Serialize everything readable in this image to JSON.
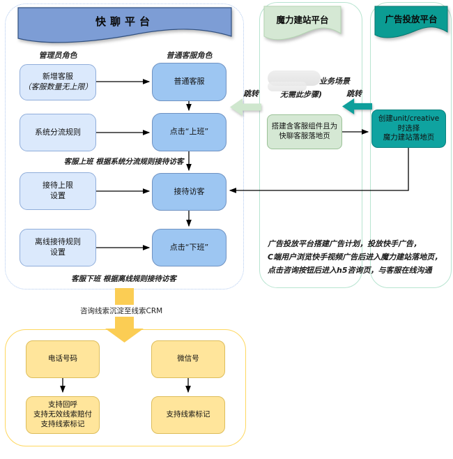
{
  "kuailiao": {
    "title": "快聊平台",
    "admin_label": "管理员角色",
    "agent_label": "普通客服角色",
    "admin_boxes": [
      {
        "line1": "新增客服",
        "line2": "（客服数量无上限）"
      },
      {
        "line1": "系统分流规则"
      },
      {
        "line1": "接待上限",
        "line2": "设置"
      },
      {
        "line1": "离线接待规则",
        "line2": "设置"
      }
    ],
    "agent_boxes": [
      {
        "label": "普通客服"
      },
      {
        "label": "点击“上班”"
      },
      {
        "label": "接待访客"
      },
      {
        "label": "点击“下班”"
      }
    ],
    "note_online": "客服上班 根据系统分流规则接待访客",
    "note_offline": "客服下班 根据离线规则接待访客"
  },
  "moli": {
    "title": "魔力建站平台",
    "redacted_visible_line1": "业务场景",
    "redacted_visible_line2": "无需此步骤)",
    "box": {
      "line1": "搭建含客服组件且为",
      "line2": "快聊客服落地页"
    }
  },
  "ad": {
    "title": "广告投放平台",
    "box": {
      "line1": "创建unit/creative",
      "line2": "时选择",
      "line3": "魔力建站落地页"
    }
  },
  "jumps": {
    "left_label": "跳转",
    "right_label": "跳转"
  },
  "flow_note": {
    "line1": "广告投放平台搭建广告计划，投放快手广告，",
    "line2": "C端用户浏览快手视频广告后进入魔力建站落地页，",
    "line3": "点击咨询按钮后进入h5咨询页，与客服在线沟通"
  },
  "crm": {
    "label": "咨询线索沉淀至线索CRM",
    "phone_box": "电话号码",
    "wechat_box": "微信号",
    "phone_support": {
      "line1": "支持回呼",
      "line2": "支持无效线索赔付",
      "line3": "支持线索标记"
    },
    "wechat_support": "支持线索标记"
  },
  "colors": {
    "banner_blue": "#7d9dd5",
    "banner_green": "#d5e8d4",
    "banner_teal": "#0b9c93",
    "box_light_blue": "#dbe9fc",
    "box_medium_blue": "#9dc6f2",
    "box_green": "#d5e8d4",
    "box_teal": "#0fa3a0",
    "box_yellow": "#ffe59b",
    "big_arrow_yellow": "#fbcd54",
    "jump_arrow_green": "#cfe7ce",
    "jump_arrow_teal": "#0f9f9b"
  }
}
